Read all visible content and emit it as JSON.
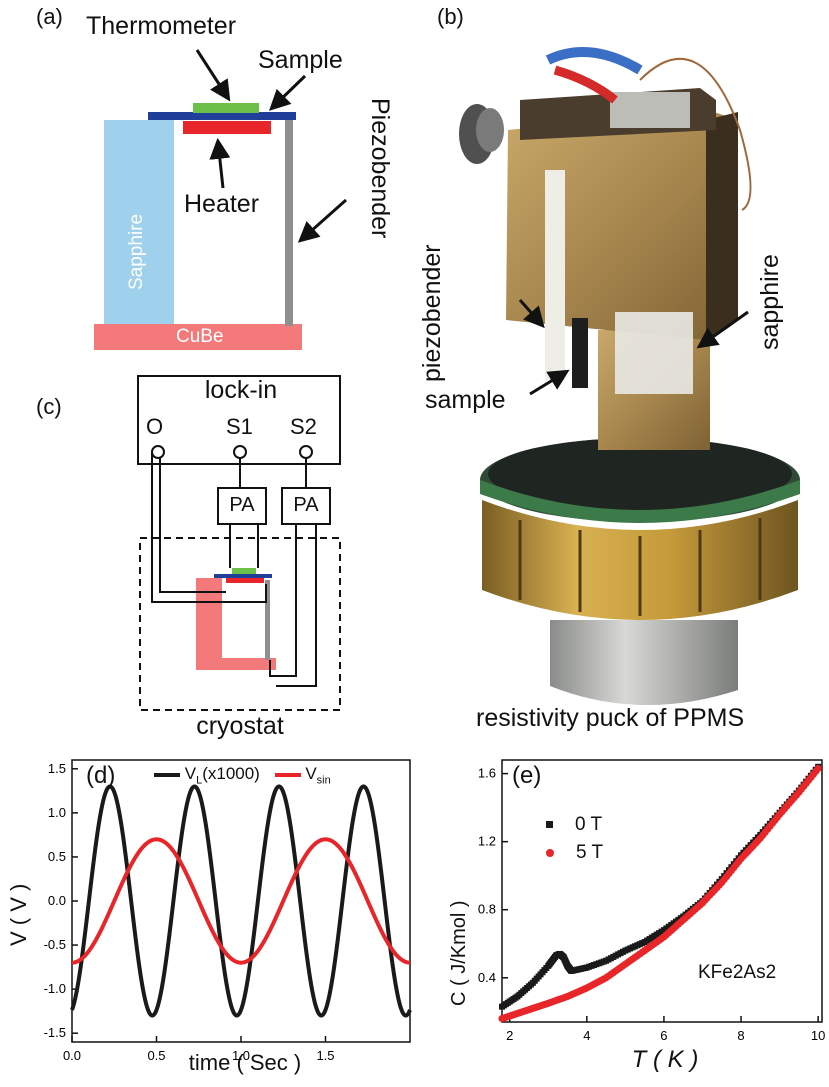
{
  "panel_a": {
    "label": "(a)",
    "thermometer": "Thermometer",
    "sample": "Sample",
    "heater": "Heater",
    "piezobender": "Piezobender",
    "sapphire": "Sapphire",
    "cube": "CuBe"
  },
  "panel_b": {
    "label": "(b)",
    "piezobender": "piezobender",
    "sapphire": "sapphire",
    "sample": "sample",
    "caption": "resistivity puck of PPMS"
  },
  "panel_c": {
    "label": "(c)",
    "lockin": "lock-in",
    "out": "O",
    "s1": "S1",
    "s2": "S2",
    "pa1": "PA",
    "pa2": "PA",
    "cryostat": "cryostat"
  },
  "colors": {
    "sapphire": "#9fd0ec",
    "cube": "#f4797a",
    "heater": "#e8262a",
    "thermometer": "#6cc04a",
    "sample": "#1f3f9a",
    "piezo": "#8f8f8f",
    "series_black": "#1a1a1a",
    "series_red": "#e8262a"
  },
  "chart_data": [
    {
      "panel": "(d)",
      "type": "line",
      "xlabel": "time ( Sec )",
      "ylabel": "V ( V )",
      "xlim": [
        0.0,
        2.0
      ],
      "ylim": [
        -1.6,
        1.6
      ],
      "xticks": [
        "0.0",
        "0.5",
        "1.0",
        "1.5"
      ],
      "yticks": [
        "-1.5",
        "-1.0",
        "-0.5",
        "0.0",
        "0.5",
        "1.0",
        "1.5"
      ],
      "legend": "top",
      "series": [
        {
          "name": "VL(x1000)",
          "name_main": "V",
          "name_sub": "L",
          "name_tail": "(x1000)",
          "color": "#1a1a1a",
          "function": "sin",
          "amplitude": 1.3,
          "frequency_hz": 2.0,
          "phase_zero_at": 0.1
        },
        {
          "name": "Vsin",
          "name_main": "V",
          "name_sub": "sin",
          "name_tail": "",
          "color": "#e8262a",
          "function": "sin",
          "amplitude": 0.7,
          "frequency_hz": 1.0,
          "phase_zero_at": 0.25
        }
      ]
    },
    {
      "panel": "(e)",
      "type": "scatter",
      "xlabel": "T ( K )",
      "ylabel": "C ( J/Kmol )",
      "annotation": "KFe2As2",
      "xlim": [
        1.8,
        10.1
      ],
      "ylim": [
        0.14,
        1.68
      ],
      "xticks": [
        "2",
        "4",
        "6",
        "8",
        "10"
      ],
      "yticks": [
        "0.4",
        "0.8",
        "1.2",
        "1.6"
      ],
      "legend": "top-left",
      "series": [
        {
          "name": "0 T",
          "color": "#1a1a1a",
          "marker": "square",
          "x": [
            1.8,
            2.2,
            2.6,
            3.0,
            3.2,
            3.3,
            3.4,
            3.5,
            3.6,
            4.0,
            4.5,
            5.0,
            5.5,
            6.0,
            6.5,
            7.0,
            7.5,
            8.0,
            8.5,
            9.0,
            9.5,
            10.0
          ],
          "y": [
            0.23,
            0.29,
            0.37,
            0.47,
            0.53,
            0.54,
            0.52,
            0.47,
            0.44,
            0.46,
            0.5,
            0.56,
            0.61,
            0.68,
            0.76,
            0.85,
            0.98,
            1.12,
            1.24,
            1.37,
            1.5,
            1.64
          ]
        },
        {
          "name": "5 T",
          "color": "#e8262a",
          "marker": "circle",
          "x": [
            1.8,
            2.2,
            2.6,
            3.0,
            3.5,
            4.0,
            4.5,
            5.0,
            5.5,
            6.0,
            6.5,
            7.0,
            7.5,
            8.0,
            8.5,
            9.0,
            9.5,
            10.0
          ],
          "y": [
            0.16,
            0.19,
            0.22,
            0.25,
            0.29,
            0.34,
            0.4,
            0.48,
            0.56,
            0.64,
            0.74,
            0.84,
            0.96,
            1.1,
            1.22,
            1.36,
            1.49,
            1.63
          ]
        }
      ]
    }
  ]
}
